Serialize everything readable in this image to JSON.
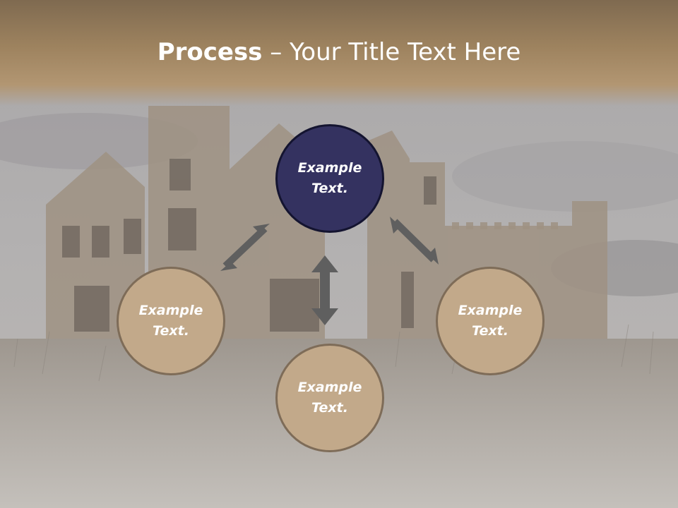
{
  "slide": {
    "title_strong": "Process",
    "title_rest": " – Your Title Text Here"
  },
  "background": {
    "description_icon": "haunted-mansion-photo"
  },
  "nodes": [
    {
      "id": "top",
      "line1": "Example",
      "line2": "Text.",
      "fill": "#343260"
    },
    {
      "id": "left",
      "line1": "Example",
      "line2": "Text.",
      "fill": "#c2a98a"
    },
    {
      "id": "bottom",
      "line1": "Example",
      "line2": "Text.",
      "fill": "#c2a98a"
    },
    {
      "id": "right",
      "line1": "Example",
      "line2": "Text.",
      "fill": "#c2a98a"
    }
  ],
  "colors": {
    "title_band": "#9e835f",
    "arrow": "#5f5f5f"
  }
}
